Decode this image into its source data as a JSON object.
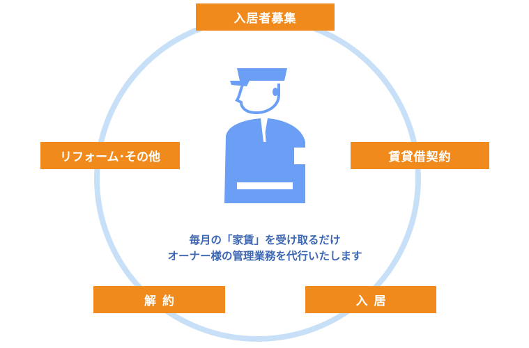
{
  "colors": {
    "ring": "#c8e0f7",
    "step_box": "#f08a1c",
    "step_text": "#ffffff",
    "figure": "#6b9ef5",
    "caption": "#3d67b3"
  },
  "steps": {
    "recruit": "入居者募集",
    "lease": "賃貸借契約",
    "move_in": "入居",
    "termination": "解約",
    "reform": "リフォーム･その他"
  },
  "caption": {
    "line1": "毎月の「家賃」を受け取るだけ",
    "line2": "オーナー様の管理業務を代行いたします"
  },
  "icons": {
    "center": "property-manager-person-icon"
  }
}
